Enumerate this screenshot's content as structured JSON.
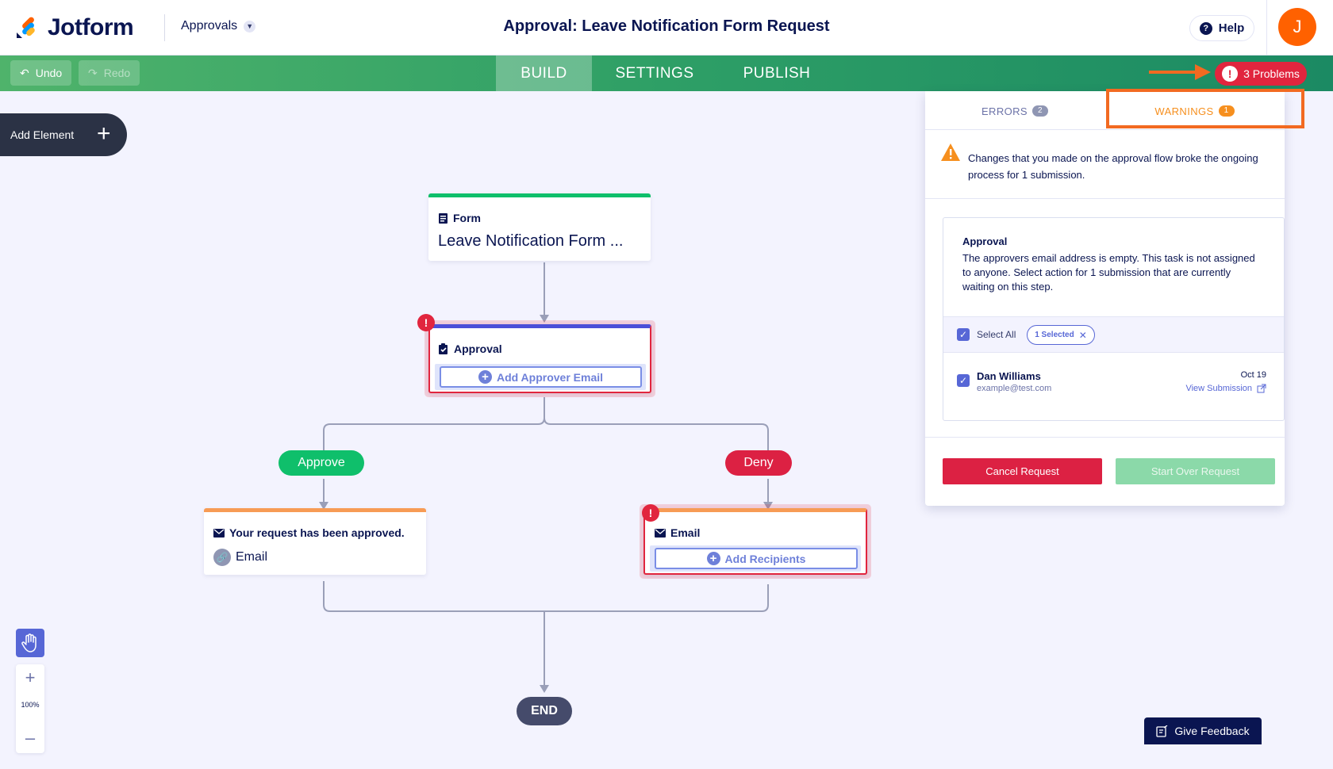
{
  "header": {
    "brand": "Jotform",
    "section_dropdown": "Approvals",
    "title": "Approval: Leave Notification Form Request",
    "help_label": "Help",
    "avatar_initial": "J"
  },
  "toolbar": {
    "undo_label": "Undo",
    "redo_label": "Redo",
    "tabs": [
      {
        "label": "BUILD",
        "active": true
      },
      {
        "label": "SETTINGS",
        "active": false
      },
      {
        "label": "PUBLISH",
        "active": false
      }
    ],
    "problems_label": "3 Problems"
  },
  "canvas": {
    "add_element_label": "Add Element",
    "form_node": {
      "type_label": "Form",
      "title": "Leave Notification Form ..."
    },
    "approval_node": {
      "type_label": "Approval",
      "add_button": "Add Approver Email"
    },
    "approve_pill": "Approve",
    "deny_pill": "Deny",
    "approved_email_node": {
      "type_label": "Your request has been approved.",
      "subtitle": "Email"
    },
    "deny_email_node": {
      "type_label": "Email",
      "add_button": "Add Recipients"
    },
    "end_label": "END",
    "zoom_level": "100%"
  },
  "problems_panel": {
    "tabs": [
      {
        "label": "ERRORS",
        "count": "2",
        "active": false
      },
      {
        "label": "WARNINGS",
        "count": "1",
        "active": true
      }
    ],
    "warning_message": "Changes that you made on the approval flow broke the ongoing process for 1 submission.",
    "card": {
      "title": "Approval",
      "description": "The approvers email address is empty. This task is not assigned to anyone. Select action for 1 submission that are currently waiting on this step.",
      "select_all_label": "Select All",
      "selected_chip": "1 Selected",
      "submission": {
        "name": "Dan Williams",
        "email": "example@test.com",
        "date": "Oct 19",
        "view_label": "View Submission"
      }
    },
    "cancel_button": "Cancel Request",
    "start_over_button": "Start Over Request"
  },
  "feedback_label": "Give Feedback",
  "colors": {
    "brand_navy": "#0a1551",
    "toolbar_green": "#2e9f66",
    "error_red": "#e1253e",
    "warning_orange": "#f68f1e",
    "approve_green": "#0fbf6b",
    "deny_red": "#dc2143",
    "accent_blue": "#5767d6",
    "highlight_orange": "#f26a21"
  }
}
